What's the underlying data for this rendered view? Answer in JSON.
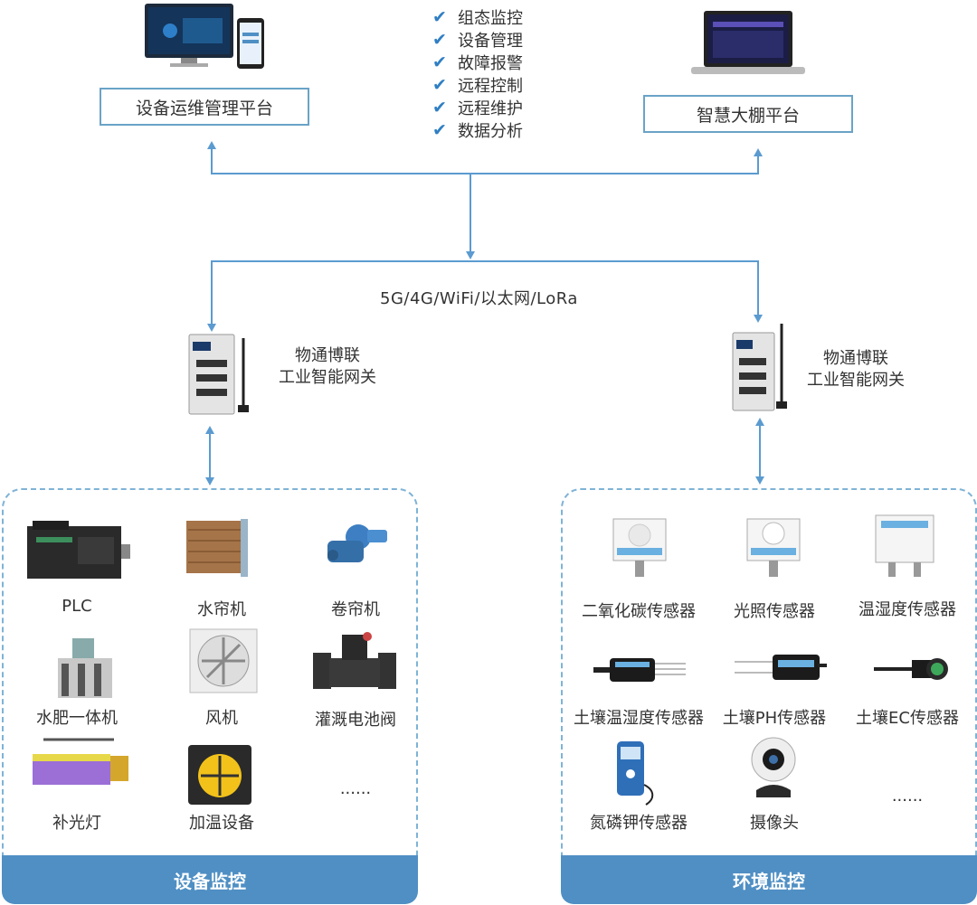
{
  "platforms": {
    "left": "设备运维管理平台",
    "right": "智慧大棚平台"
  },
  "features": [
    "组态监控",
    "设备管理",
    "故障报警",
    "远程控制",
    "远程维护",
    "数据分析"
  ],
  "network": "5G/4G/WiFi/以太网/LoRa",
  "gateway": {
    "line1": "物通博联",
    "line2": "工业智能网关"
  },
  "equipment_panel": {
    "title": "设备监控",
    "items": [
      "PLC",
      "水帘机",
      "卷帘机",
      "水肥一体机",
      "风机",
      "灌溉电池阀",
      "补光灯",
      "加温设备",
      "......"
    ]
  },
  "environment_panel": {
    "title": "环境监控",
    "items": [
      "二氧化碳传感器",
      "光照传感器",
      "温湿度传感器",
      "土壤温湿度传感器",
      "土壤PH传感器",
      "土壤EC传感器",
      "氮磷钾传感器",
      "摄像头",
      "......"
    ]
  },
  "colors": {
    "accent": "#4f8fc4",
    "line": "#5b9bd0",
    "check": "#2f7fc4"
  }
}
